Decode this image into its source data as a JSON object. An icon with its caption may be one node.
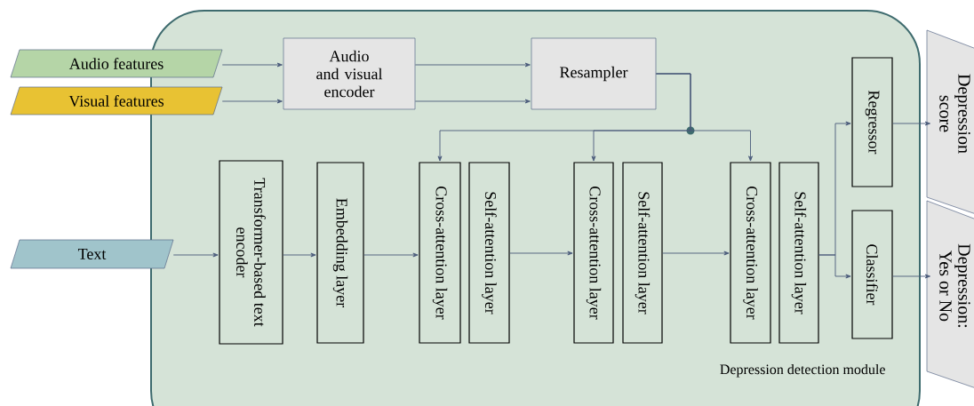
{
  "diagram": {
    "nodes": [
      {
        "text": [
          "Audio features"
        ]
      },
      {
        "text": [
          "Visual features"
        ]
      },
      {
        "text": [
          "Text"
        ]
      },
      {
        "text": [
          "Depression detection module"
        ]
      },
      {
        "text": [
          "Audio and visual encoder"
        ],
        "in": 3
      },
      {
        "text": [
          "Resampler"
        ],
        "in": 3
      },
      {
        "text": [
          "Transformer-based text encoder"
        ],
        "in": 3
      },
      {
        "text": [
          "Embedding layer"
        ],
        "in": 3
      },
      {
        "text": [
          "Cross-attention layer"
        ],
        "in": 3
      },
      {
        "text": [
          "Self-attention layer"
        ],
        "in": 3
      },
      {
        "text": [
          "Cross-attention layer"
        ],
        "in": 3
      },
      {
        "text": [
          "Self-attention layer"
        ],
        "in": 3
      },
      {
        "text": [
          "Cross-attention layer"
        ],
        "in": 3
      },
      {
        "text": [
          "Self-attention layer"
        ],
        "in": 3
      },
      {
        "text": [
          "Regressor"
        ],
        "in": 3
      },
      {
        "text": [
          "Classifier"
        ],
        "in": 3
      },
      {
        "text": [
          "Depression score"
        ]
      },
      {
        "text": [
          "Depression: Yes or No"
        ]
      }
    ],
    "edges": [
      {
        "from": 0,
        "to": 4,
        "arrow": "to"
      },
      {
        "from": 1,
        "to": 4,
        "arrow": "to"
      },
      {
        "from": 4,
        "to": 5,
        "arrow": "to"
      },
      {
        "from": 4,
        "to": 5,
        "arrow": "to"
      },
      {
        "from": 5,
        "to": 8,
        "arrow": "to"
      },
      {
        "from": 5,
        "to": 10,
        "arrow": "to"
      },
      {
        "from": 5,
        "to": 12,
        "arrow": "to"
      },
      {
        "from": 2,
        "to": 6,
        "arrow": "to"
      },
      {
        "from": 6,
        "to": 7,
        "arrow": "to"
      },
      {
        "from": 7,
        "to": 8,
        "arrow": "to"
      },
      {
        "from": 9,
        "to": 10,
        "arrow": "to"
      },
      {
        "from": 11,
        "to": 12,
        "arrow": "to"
      },
      {
        "from": 13,
        "to": 14,
        "arrow": "to"
      },
      {
        "from": 13,
        "to": 15,
        "arrow": "to"
      },
      {
        "from": 14,
        "to": 16,
        "arrow": "to"
      },
      {
        "from": 15,
        "to": 17,
        "arrow": "to"
      }
    ]
  }
}
